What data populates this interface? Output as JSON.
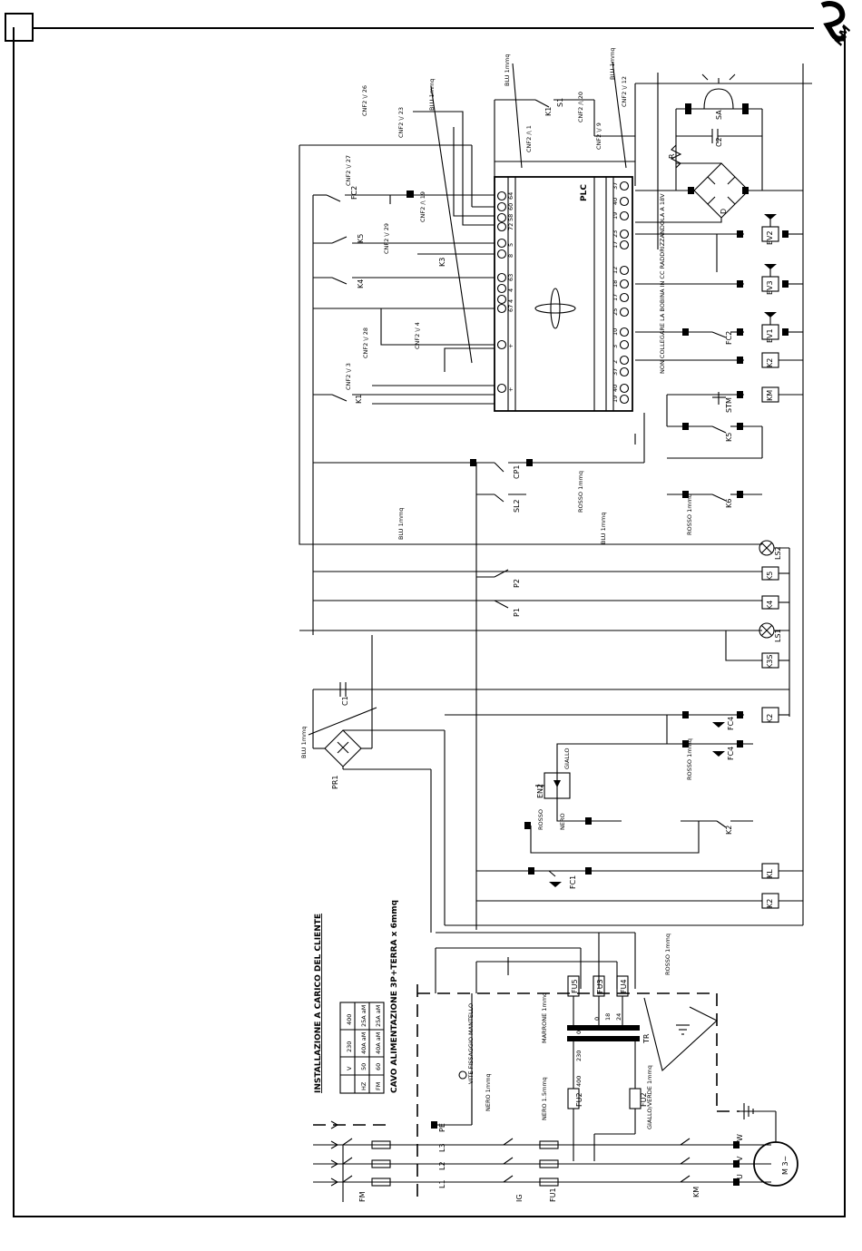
{
  "logo": {
    "text": "RM"
  },
  "plc": {
    "label": "PLC"
  },
  "inputs_left": [
    "64",
    "60",
    "58",
    "72",
    "5",
    "8",
    "63",
    "4",
    "4",
    "67",
    "+"
  ],
  "inputs_right": [
    "37",
    "40",
    "19",
    "23",
    "17",
    "12",
    "18",
    "17",
    "25",
    "10",
    "3",
    "2"
  ],
  "top_cables": [
    {
      "id": "cnf2-26",
      "text": "CNF2 \\/ 26"
    },
    {
      "id": "cnf2-23",
      "text": "CNF2 \\/ 23"
    },
    {
      "id": "cnf2-27",
      "text": "CNF2 \\/ 27"
    },
    {
      "id": "cnf2-19",
      "text": "CNF2 /\\ 19"
    },
    {
      "id": "cnf2-29",
      "text": "CNF2 \\/ 29"
    },
    {
      "id": "cnf2-28",
      "text": "CNF2 \\/ 28"
    },
    {
      "id": "cnf2-4",
      "text": "CNF2 \\/ 4"
    },
    {
      "id": "cnf2-3",
      "text": "CNF2 \\/ 3"
    },
    {
      "id": "cnf2-1",
      "text": "CNF2 /\\ 1"
    },
    {
      "id": "cnf2-20",
      "text": "CNF2 /\\ 20"
    },
    {
      "id": "cnf2-9",
      "text": "CNF2 \\/ 9"
    },
    {
      "id": "cnf2-12",
      "text": "CNF2 \\/ 12"
    }
  ],
  "blu_labels": [
    "BLU 1mmq",
    "BLU 1mmq",
    "BLU 1mmq",
    "BLU 1mmq",
    "BLU 1mmq",
    "BLU 1mmq"
  ],
  "rosso_labels": [
    "ROSSO 1mmq",
    "ROSSO 1mmq",
    "ROSSO 1mmq",
    "ROSSO 1mmq"
  ],
  "components": {
    "fc2": "FC2",
    "k5": "K5",
    "k4": "K4",
    "k3": "K3",
    "k1": "K1",
    "s1": "S1",
    "sa": "SA",
    "c2": "C2",
    "r": "R",
    "ponte": "D",
    "ev2": "EV2",
    "ev3": "EV3",
    "ev1": "EV1",
    "k2": "K2",
    "km": "KM",
    "stm": "STM",
    "k6": "K6",
    "cp1": "CP1",
    "sl2": "SL2",
    "ls2": "LS2",
    "ls1": "LS1",
    "k5b": "K5",
    "k4b": "K4",
    "k3s": "K3S",
    "p2": "P2",
    "p1": "P1",
    "c1": "C1",
    "pr1": "PR1",
    "fc4a": "FC4",
    "fc4b": "FC4",
    "en2": "EN2",
    "fc1": "FC1",
    "kl": "KL",
    "fu5": "FU5",
    "fu3": "FU3",
    "fu4": "FU4",
    "fu2a": "FU2",
    "fu2b": "FU2",
    "fu1": "FU1",
    "tr": "TR",
    "ig": "IG",
    "fm": "FM",
    "motor": "M 3~",
    "kmb": "KM"
  },
  "motor_terminals": [
    "U",
    "V",
    "W"
  ],
  "phase_labels": [
    "L1",
    "L2",
    "L3",
    "PE"
  ],
  "transformer_taps": [
    "0",
    "230",
    "400",
    "0",
    "18",
    "24"
  ],
  "notes": {
    "plc_cover": "NON COLLEGARE LA BOBINA IN CC RADDRIZZANDOLA A 18V",
    "vite": "VITE FISSAGGIO MANTELLO",
    "marrone": "MARRONE 1mmq",
    "nero": "NERO 1.5mmq",
    "giallo_verde": "GIALLO/VERDE 1mmq",
    "giallo": "GIALLO",
    "rosso": "ROSSO",
    "nero2": "NERO",
    "nero_mmq": "NERO 1mmq"
  },
  "install": {
    "title": "INSTALLAZIONE A CARICO DEL CLIENTE",
    "cable": "CAVO ALIMENTAZIONE 3P+TERRA x 6mmq",
    "table": {
      "header": [
        "V",
        "230",
        "400"
      ],
      "rows": [
        {
          "label": "HZ",
          "cells": [
            "50",
            "40A aM",
            "25A aM"
          ]
        },
        {
          "label": "FM",
          "cells": [
            "60",
            "40A aM",
            "25A aM"
          ]
        }
      ]
    }
  }
}
